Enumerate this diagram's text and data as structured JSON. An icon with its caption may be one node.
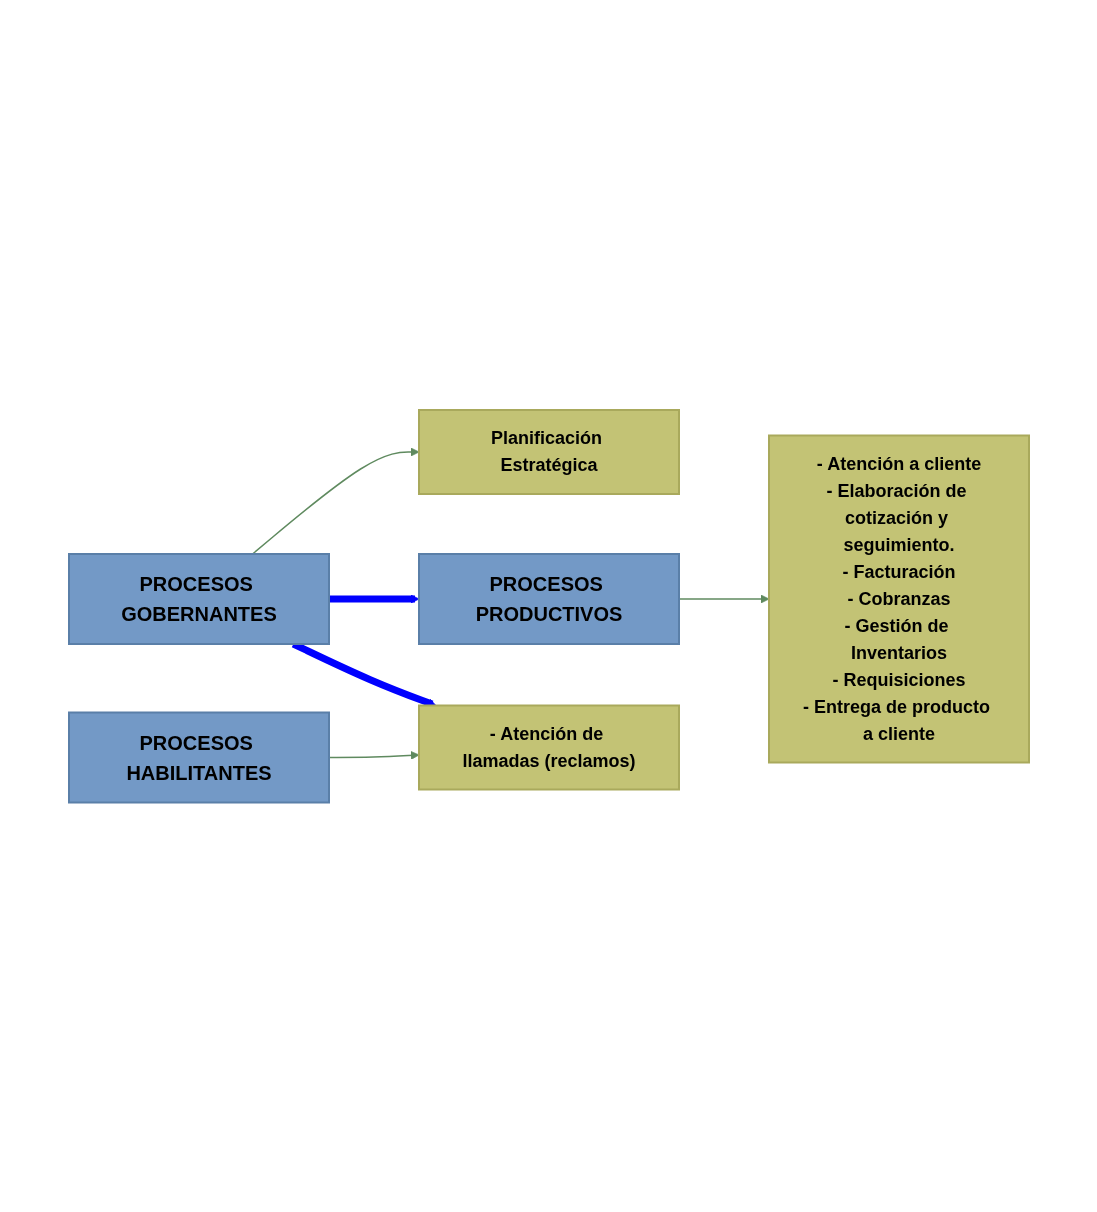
{
  "diagram": {
    "nodes": [
      {
        "text": [
          "PROCESOS GOBERNANTES"
        ]
      },
      {
        "text": [
          "Planificación Estratégica"
        ]
      },
      {
        "text": [
          "PROCESOS PRODUCTIVOS"
        ]
      },
      {
        "text": [
          "- Atención a cliente",
          "- Elaboración de cotización y seguimiento.",
          "- Facturación",
          "- Cobranzas",
          "- Gestión de Inventarios",
          "- Requisiciones",
          "- Entrega de producto a cliente"
        ]
      },
      {
        "text": [
          "PROCESOS HABILITANTES"
        ]
      },
      {
        "text": [
          "- Atención de llamadas (reclamos)"
        ]
      }
    ],
    "edges": [
      {
        "from": 0,
        "to": 1,
        "arrow": "to"
      },
      {
        "from": 0,
        "to": 2,
        "arrow": "to",
        "style": "thick",
        "color": "#0000ff"
      },
      {
        "from": 0,
        "to": 5,
        "arrow": "to",
        "style": "thick",
        "color": "#0000ff"
      },
      {
        "from": 2,
        "to": 3,
        "arrow": "to"
      },
      {
        "from": 4,
        "to": 5,
        "arrow": "to"
      }
    ]
  }
}
